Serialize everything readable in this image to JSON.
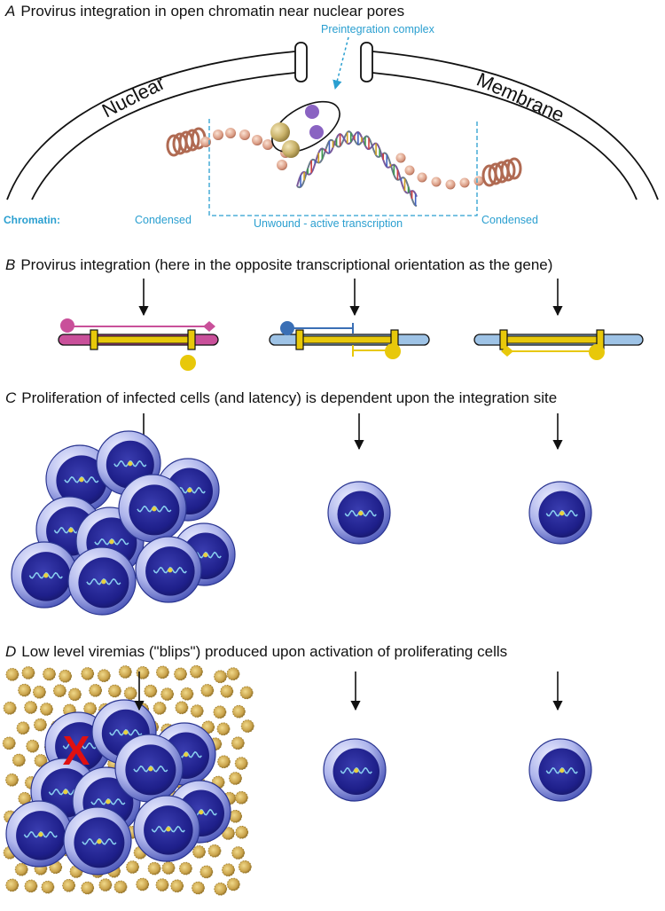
{
  "panels": {
    "a": {
      "letter": "A",
      "title": "Provirus integration in open chromatin near nuclear pores"
    },
    "b": {
      "letter": "B",
      "title": "Provirus integration (here in the opposite transcriptional orientation as the gene)"
    },
    "c": {
      "letter": "C",
      "title": "Proliferation of infected cells (and latency) is dependent upon the integration site"
    },
    "d": {
      "letter": "D",
      "title": "Low level viremias (\"blips\") produced upon activation of proliferating cells"
    }
  },
  "panel_a": {
    "membrane_left": "Nuclear",
    "membrane_right": "Membrane",
    "preintegration_label": "Preintegration complex",
    "chromatin_label": "Chromatin:",
    "condensed_left": "Condensed",
    "unwound_label": "Unwound - active transcription",
    "condensed_right": "Condensed"
  },
  "cell_marker": "X",
  "colors": {
    "accent_blue": "#2a9fd0",
    "gene_bar": "#e8c80a",
    "magenta": "#c9509a",
    "host_blue": "#9ec3e6",
    "cell_dark": "#1e1f8a",
    "cell_light": "#b8bff0",
    "virion": "#c9a24a",
    "kill_red": "#e01010"
  }
}
